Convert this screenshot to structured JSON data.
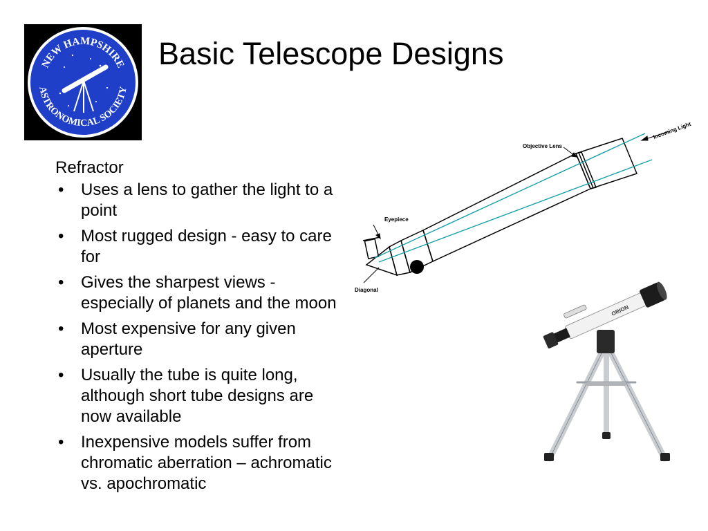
{
  "title": "Basic Telescope Designs",
  "logo": {
    "text_top": "NEW HAMPSHIRE",
    "text_bottom": "ASTRONOMICAL SOCIETY",
    "colors": {
      "disc": "#1f3fc8",
      "ring": "#ffffff",
      "background": "#000000"
    }
  },
  "section": {
    "heading": "Refractor",
    "bullet_glyph": "•",
    "bullets": [
      "Uses a lens to gather the light to a point",
      "Most rugged design - easy to care for",
      "Gives the sharpest views - especially of planets and the moon",
      "Most expensive for any given aperture",
      "Usually the tube is quite long, although short tube designs are now available",
      "Inexpensive models suffer from chromatic aberration – achromatic vs. apochromatic"
    ]
  },
  "diagram": {
    "labels": {
      "incoming_light": "Incoming Light",
      "objective_lens": "Objective Lens",
      "eyepiece": "Eyepiece",
      "diagonal": "Diagonal"
    },
    "colors": {
      "outline": "#000000",
      "light_ray": "#1aa0a8"
    }
  },
  "photo": {
    "brand": "ORION"
  }
}
